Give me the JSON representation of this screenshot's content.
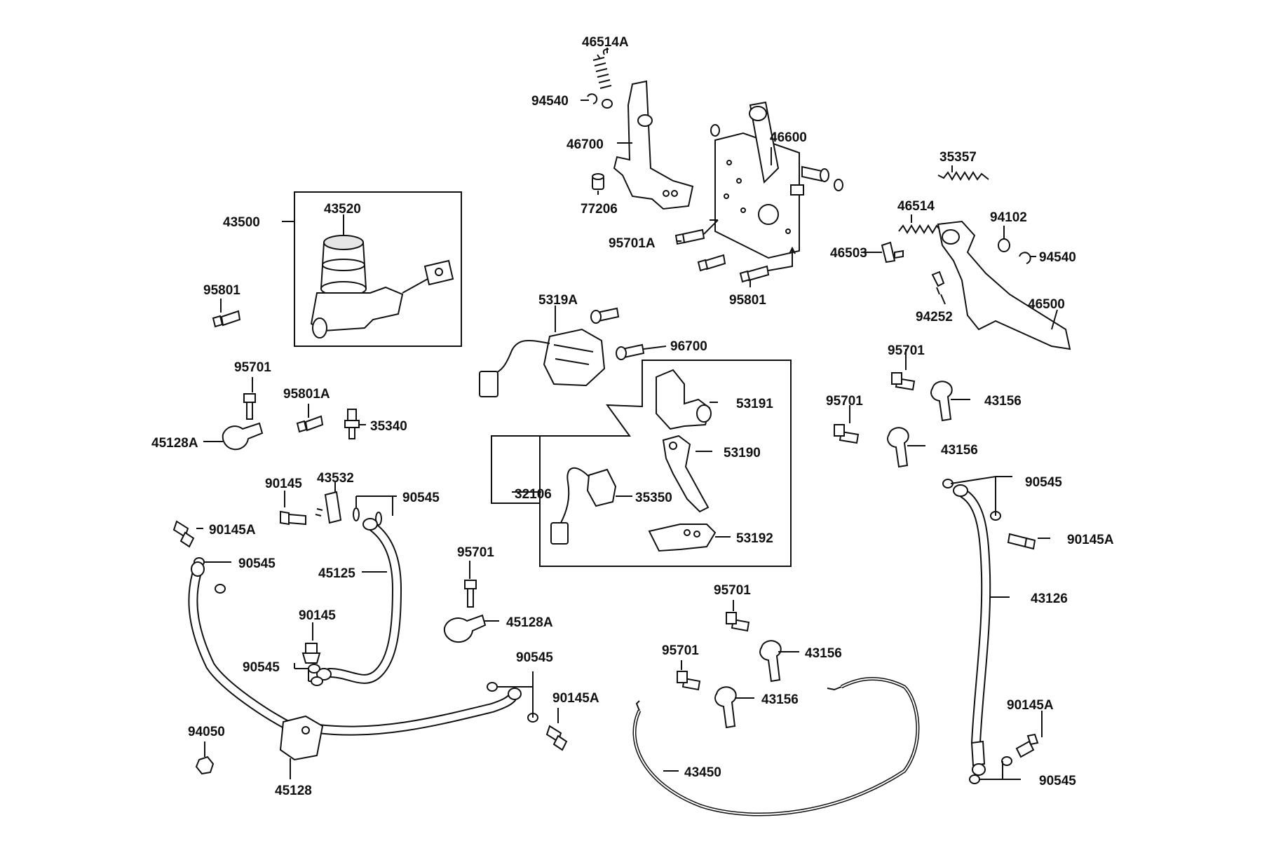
{
  "labels": {
    "p46514A": "46514A",
    "p94540_top": "94540",
    "p46700": "46700",
    "p77206": "77206",
    "p46600": "46600",
    "p95701A": "95701A",
    "p95801_center": "95801",
    "p35357": "35357",
    "p46514": "46514",
    "p94102": "94102",
    "p46503": "46503",
    "p94540_right": "94540",
    "p94252": "94252",
    "p46500": "46500",
    "p43500": "43500",
    "p43520": "43520",
    "p95801_left": "95801",
    "p5319A": "5319A",
    "p96700": "96700",
    "p95701_left": "95701",
    "p95801A": "95801A",
    "p35340": "35340",
    "p45128A_left": "45128A",
    "p53191": "53191",
    "p53190": "53190",
    "p32106": "32106",
    "p35350": "35350",
    "p53192": "53192",
    "p95701_r1": "95701",
    "p43156_r1": "43156",
    "p95701_r2": "95701",
    "p43156_r2": "43156",
    "p90545_r1": "90545",
    "p90145A_r": "90145A",
    "p43126": "43126",
    "p90145A_r2": "90145A",
    "p90545_r2": "90545",
    "p90145_top": "90145",
    "p43532": "43532",
    "p90545_top": "90545",
    "p90145A_left": "90145A",
    "p90545_left": "90545",
    "p45125": "45125",
    "p90145_mid": "90145",
    "p90545_mid": "90545",
    "p95701_mid": "95701",
    "p45128A_mid": "45128A",
    "p90545_low": "90545",
    "p90145A_low": "90145A",
    "p94050": "94050",
    "p45128": "45128",
    "p95701_c1": "95701",
    "p95701_c2": "95701",
    "p43156_c1": "43156",
    "p43156_c2": "43156",
    "p43450": "43450"
  }
}
